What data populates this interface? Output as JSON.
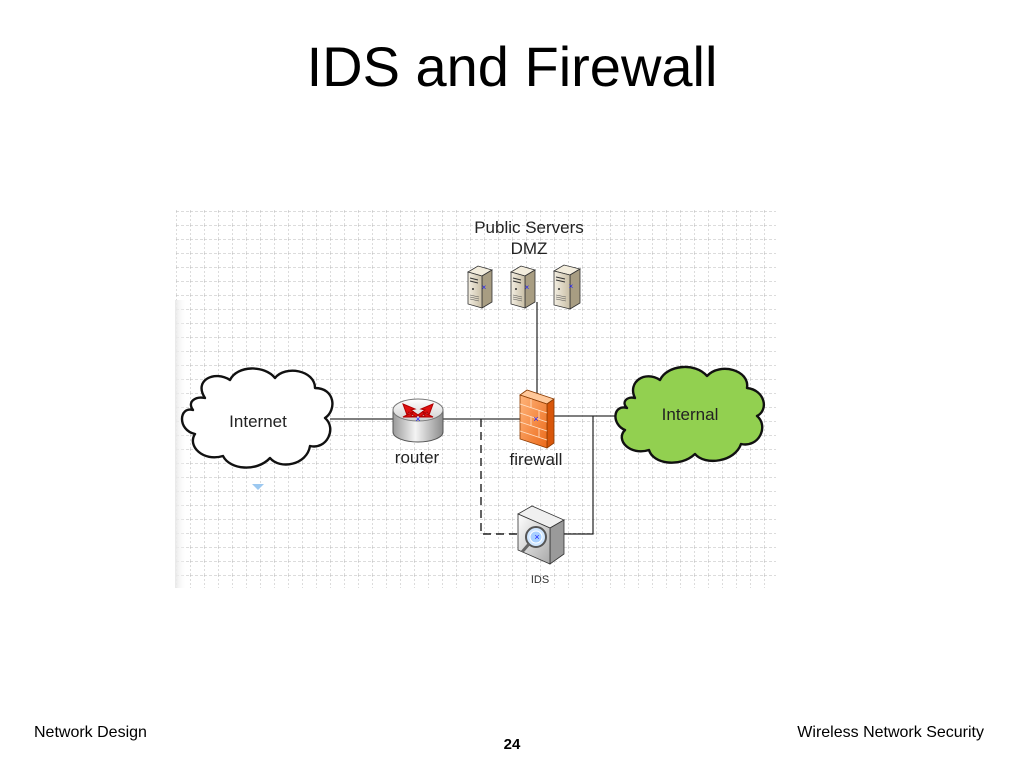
{
  "slide": {
    "title": "IDS and Firewall",
    "footer_left": "Network Design",
    "footer_right": "Wireless Network Security",
    "page_number": "24"
  },
  "diagram": {
    "nodes": {
      "internet": {
        "label": "Internet",
        "icon": "cloud-icon",
        "fill": "#ffffff"
      },
      "router": {
        "label": "router",
        "icon": "router-icon"
      },
      "firewall": {
        "label": "firewall",
        "icon": "firewall-brick-icon",
        "fill": "#f58a3c"
      },
      "internal": {
        "label": "Internal",
        "icon": "cloud-icon",
        "fill": "#92d050"
      },
      "dmz": {
        "label_line1": "Public Servers",
        "label_line2": "DMZ",
        "icon": "server-tower-icon",
        "count": 3
      },
      "ids": {
        "label": "IDS",
        "icon": "ids-magnifier-icon"
      }
    },
    "connections": [
      {
        "from": "internet",
        "to": "router",
        "style": "solid"
      },
      {
        "from": "router",
        "to": "firewall",
        "style": "solid"
      },
      {
        "from": "firewall",
        "to": "internal",
        "style": "solid"
      },
      {
        "from": "firewall",
        "to": "dmz",
        "style": "solid"
      },
      {
        "from": "router-firewall-link",
        "to": "ids",
        "style": "dashed"
      },
      {
        "from": "ids",
        "to": "firewall-internal-link",
        "style": "solid"
      }
    ]
  }
}
